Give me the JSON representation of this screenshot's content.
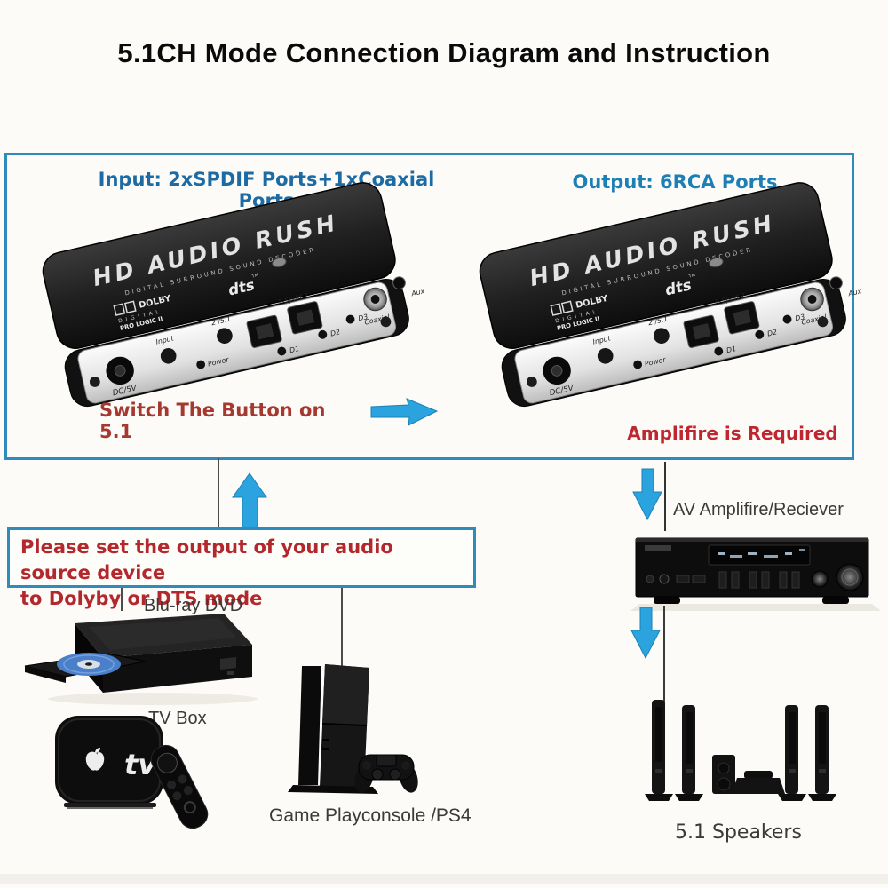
{
  "title": "5.1CH Mode Connection Diagram and Instruction",
  "colors": {
    "box_border_blue": "#2e8bbb",
    "input_label_blue": "#1d6ba4",
    "output_label_blue": "#1e7fb5",
    "note_red": "#b3282c",
    "switch_red": "#a5382f",
    "arrow_blue": "#2ba3de",
    "device_black": "#161616",
    "gray_label": "#3a3a3a"
  },
  "diagram": {
    "input_label": "Input: 2xSPDIF Ports+1xCoaxial Ports",
    "output_label": "Output: 6RCA Ports",
    "switch_note": "Switch The Button on 5.1",
    "amplifier_note": "Amplifire is Required"
  },
  "device": {
    "brand": "HD AUDIO RUSH",
    "subtitle": "DIGITAL SURROUND SOUND DECODER",
    "dolby_line1": "DOLBY",
    "dolby_line2": "DIGITAL",
    "dolby_line3": "PRO LOGIC II",
    "dts": "dts",
    "tm": "TM",
    "ports": {
      "dc": "DC/5V",
      "input": "Input",
      "power": "Power",
      "mode": "2 /5.1",
      "spdif": "1-Spdif-2",
      "d1": "D1",
      "d2": "D2",
      "d3": "D3",
      "coaxial": "Coaxial",
      "aux": "Aux"
    }
  },
  "source_note": {
    "line1": "Please set the output of your audio source device",
    "line2": "to Dolyby or DTS mode"
  },
  "sources": {
    "bluray": "Blu-ray DVD",
    "tv_box": "TV Box",
    "tv_logo": "tv",
    "console": "Game Playconsole /PS4"
  },
  "outputs": {
    "amplifier": "AV Amplifire/Reciever",
    "speakers": "5.1 Speakers"
  }
}
